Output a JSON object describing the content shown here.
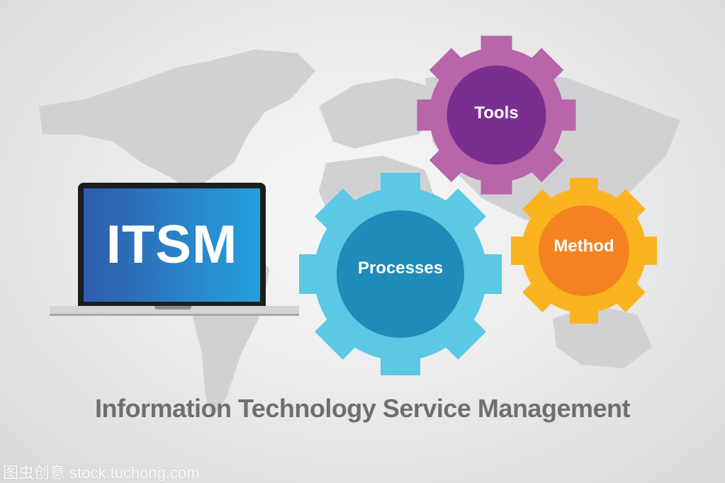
{
  "laptop": {
    "screen_text": "ITSM"
  },
  "gears": [
    {
      "label": "Tools",
      "outer_color": "#b865a9",
      "inner_color": "#7a2e8e"
    },
    {
      "label": "Processes",
      "outer_color": "#5bc8e4",
      "inner_color": "#1e8bb9"
    },
    {
      "label": "Method",
      "outer_color": "#fbb31f",
      "inner_color": "#f58220"
    }
  ],
  "title": "Information Technology Service Management",
  "watermark": "图虫创意 stock.tuchong.com",
  "colors": {
    "map": "#d0d0d2",
    "title": "#6f6e70"
  }
}
